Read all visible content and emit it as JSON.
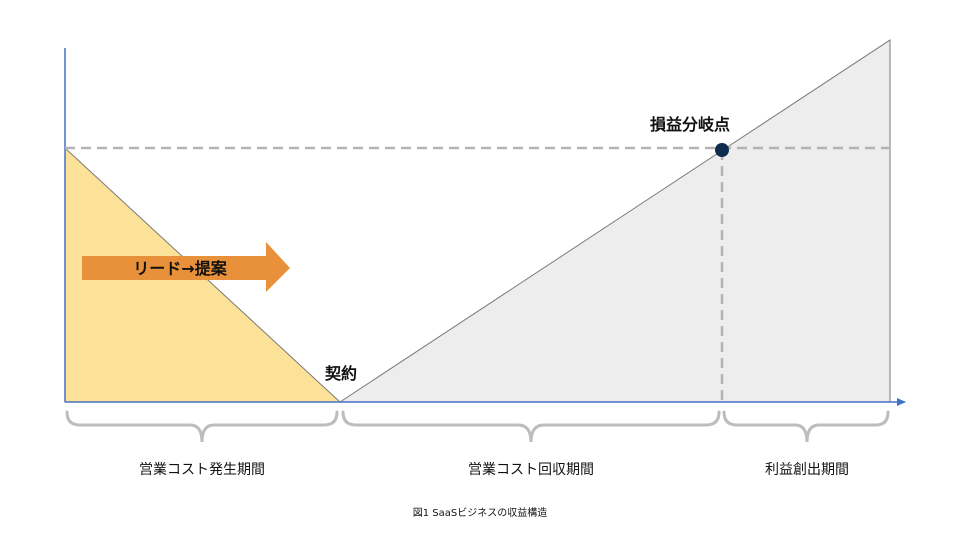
{
  "diagram": {
    "arrow_label": "リード→提案",
    "contract_label": "契約",
    "breakeven_label": "損益分岐点",
    "periods": [
      {
        "label": "営業コスト発生期間"
      },
      {
        "label": "営業コスト回収期間"
      },
      {
        "label": "利益創出期間"
      }
    ],
    "caption": "図1 SaaSビジネスの収益構造"
  },
  "colors": {
    "axis": "#4472c4",
    "cost_fill": "#fce199",
    "revenue_fill": "#ededed",
    "outline": "#7a7a7a",
    "dashed": "#b3b3b3",
    "arrow": "#e8913a",
    "breakeven_dot": "#0e2c4f",
    "brace": "#bdbdbd"
  }
}
